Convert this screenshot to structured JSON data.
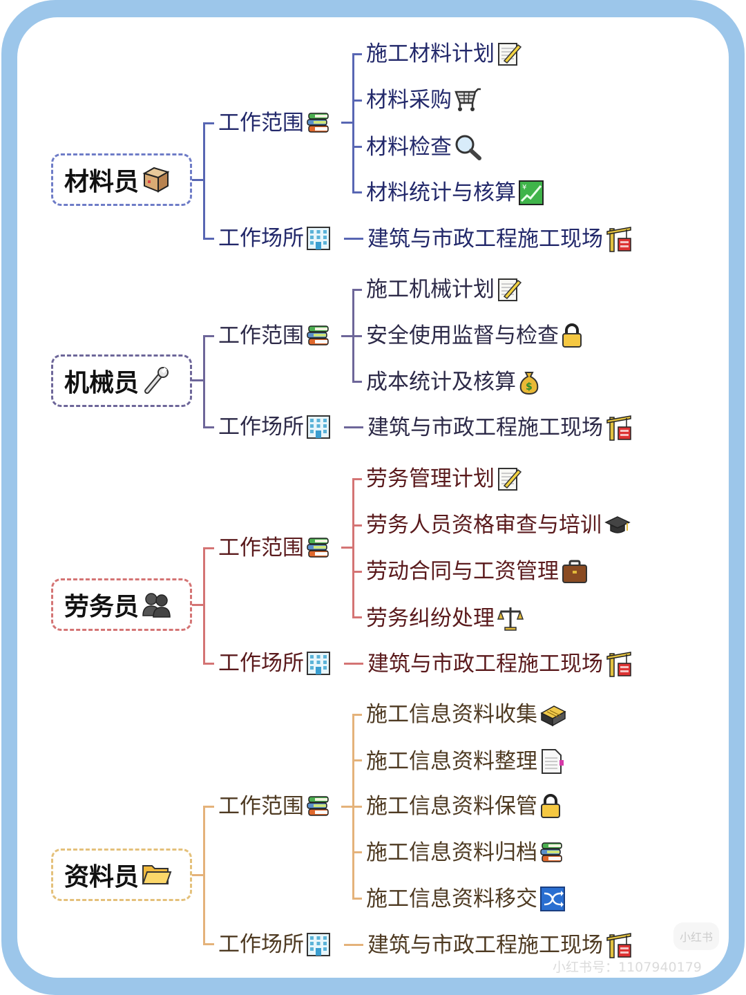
{
  "colors": {
    "frame": "#9cc6ea",
    "blue_text": "#22286a",
    "blue_line": "#5866b3",
    "purple_text": "#2d2a48",
    "purple_line": "#6d6699",
    "red_text": "#5a1a1c",
    "red_line": "#d47474",
    "brown_text": "#4e3a22",
    "brown_line": "#e4b27a"
  },
  "roles": [
    {
      "title": "材料员",
      "title_icon": "package-icon",
      "scope_label": "工作范围",
      "scope_icon": "books-icon",
      "scope_items": [
        {
          "text": "施工材料计划",
          "icon": "memo-icon"
        },
        {
          "text": "材料采购",
          "icon": "shopping-cart-icon"
        },
        {
          "text": "材料检查",
          "icon": "magnifier-icon"
        },
        {
          "text": "材料统计与核算",
          "icon": "chart-increasing-yen-icon"
        }
      ],
      "place_label": "工作场所",
      "place_icon": "office-building-icon",
      "place_value": "建筑与市政工程施工现场",
      "place_value_icon": "construction-crane-icon"
    },
    {
      "title": "机械员",
      "title_icon": "wrench-icon",
      "scope_label": "工作范围",
      "scope_icon": "books-icon",
      "scope_items": [
        {
          "text": "施工机械计划",
          "icon": "memo-icon"
        },
        {
          "text": "安全使用监督与检查",
          "icon": "lock-icon"
        },
        {
          "text": "成本统计及核算",
          "icon": "money-bag-icon"
        }
      ],
      "place_label": "工作场所",
      "place_icon": "office-building-icon",
      "place_value": "建筑与市政工程施工现场",
      "place_value_icon": "construction-crane-icon"
    },
    {
      "title": "劳务员",
      "title_icon": "busts-icon",
      "scope_label": "工作范围",
      "scope_icon": "books-icon",
      "scope_items": [
        {
          "text": "劳务管理计划",
          "icon": "memo-icon"
        },
        {
          "text": "劳务人员资格审查与培训",
          "icon": "graduation-cap-icon"
        },
        {
          "text": "劳动合同与工资管理",
          "icon": "briefcase-icon"
        },
        {
          "text": "劳务纠纷处理",
          "icon": "scales-icon"
        }
      ],
      "place_label": "工作场所",
      "place_icon": "office-building-icon",
      "place_value": "建筑与市政工程施工现场",
      "place_value_icon": "construction-crane-icon"
    },
    {
      "title": "资料员",
      "title_icon": "folder-icon",
      "scope_label": "工作范围",
      "scope_icon": "books-icon",
      "scope_items": [
        {
          "text": "施工信息资料收集",
          "icon": "card-file-box-icon"
        },
        {
          "text": "施工信息资料整理",
          "icon": "page-with-bookmark-icon"
        },
        {
          "text": "施工信息资料保管",
          "icon": "lock-icon"
        },
        {
          "text": "施工信息资料归档",
          "icon": "books-icon"
        },
        {
          "text": "施工信息资料移交",
          "icon": "shuffle-icon"
        }
      ],
      "place_label": "工作场所",
      "place_icon": "office-building-icon",
      "place_value": "建筑与市政工程施工现场",
      "place_value_icon": "construction-crane-icon"
    }
  ],
  "watermark": {
    "logo": "小红书",
    "id_text": "小红书号：1107940179"
  }
}
